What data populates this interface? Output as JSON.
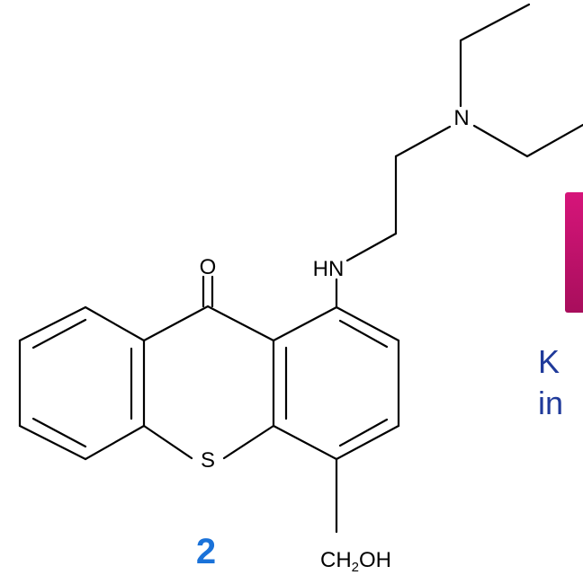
{
  "atoms": {
    "oxygen": "O",
    "amine_nh": "HN",
    "amine_n": "N",
    "sulfur": "S",
    "ch2oh_c": "CH",
    "ch2oh_sub": "2",
    "ch2oh_oh": "OH"
  },
  "compound_label": "2",
  "side_text": {
    "line1": "K",
    "line2": "in"
  },
  "colors": {
    "bond": "#000000",
    "label_blue": "#1a72d9",
    "text_navy": "#1f3a9a",
    "accent_pink": "#d6157a",
    "accent_pink_dark": "#a80e5c"
  }
}
